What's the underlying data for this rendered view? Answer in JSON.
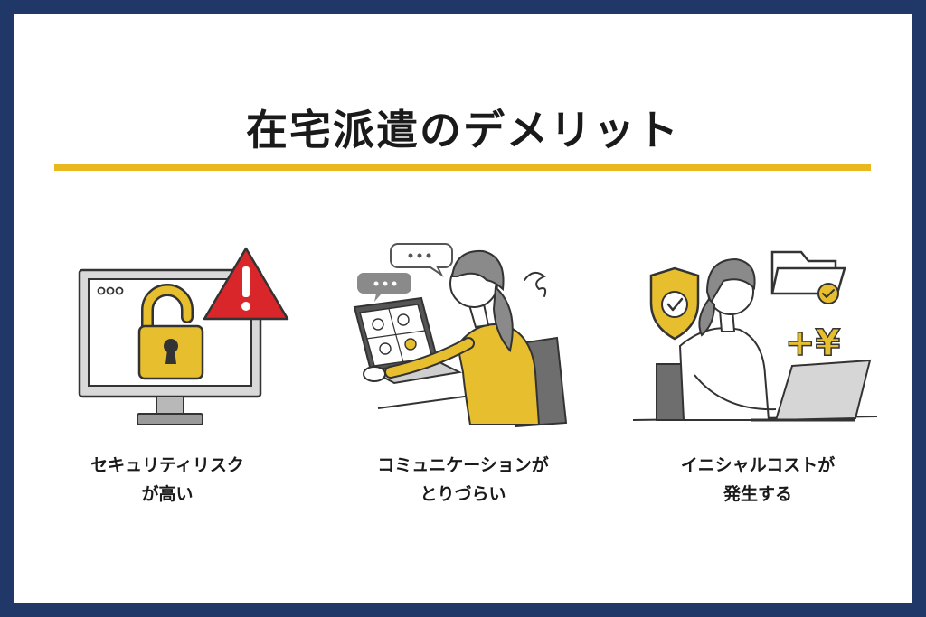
{
  "page": {
    "title": "在宅派遣のデメリット"
  },
  "colors": {
    "frame": "#1f3868",
    "accent_rule": "#e8b81e",
    "mustard": "#e6be2e",
    "warning_red": "#d8262a",
    "grey": "#8a8a8a"
  },
  "items": [
    {
      "icon": "unlocked-padlock-warning-icon",
      "caption_line1": "セキュリティリスク",
      "caption_line2": "が高い"
    },
    {
      "icon": "video-call-woman-icon",
      "caption_line1": "コミュニケーションが",
      "caption_line2": "とりづらい"
    },
    {
      "icon": "initial-cost-woman-icon",
      "caption_line1": "イニシャルコストが",
      "caption_line2": "発生する"
    }
  ]
}
